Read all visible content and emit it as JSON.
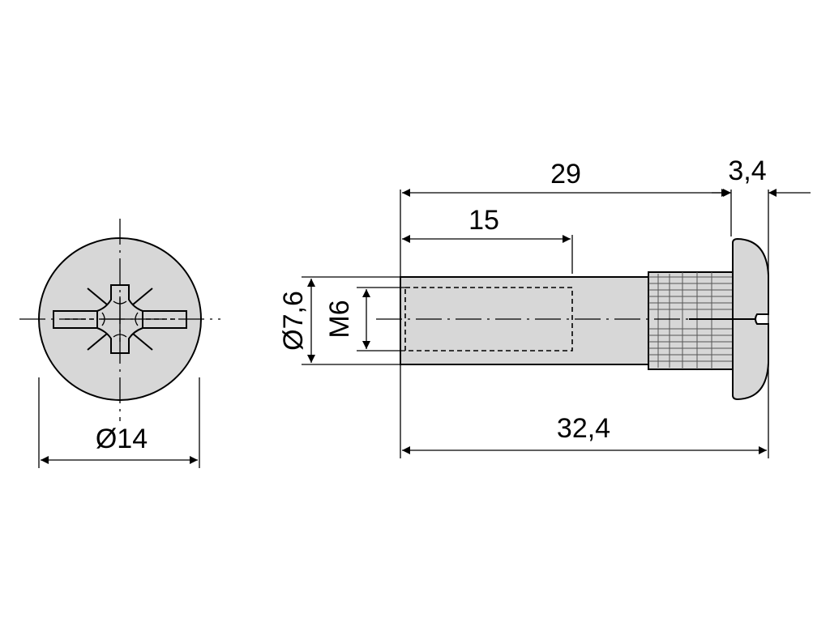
{
  "drawing": {
    "dimensions": {
      "head_diameter": "Ø14",
      "sleeve_diameter": "Ø7,6",
      "thread": "M6",
      "thread_depth": "15",
      "shaft_length": "29",
      "head_thickness": "3,4",
      "overall_length": "32,4"
    },
    "colors": {
      "part_fill": "#d7d7d7",
      "line": "#000000",
      "background": "#ffffff"
    }
  }
}
